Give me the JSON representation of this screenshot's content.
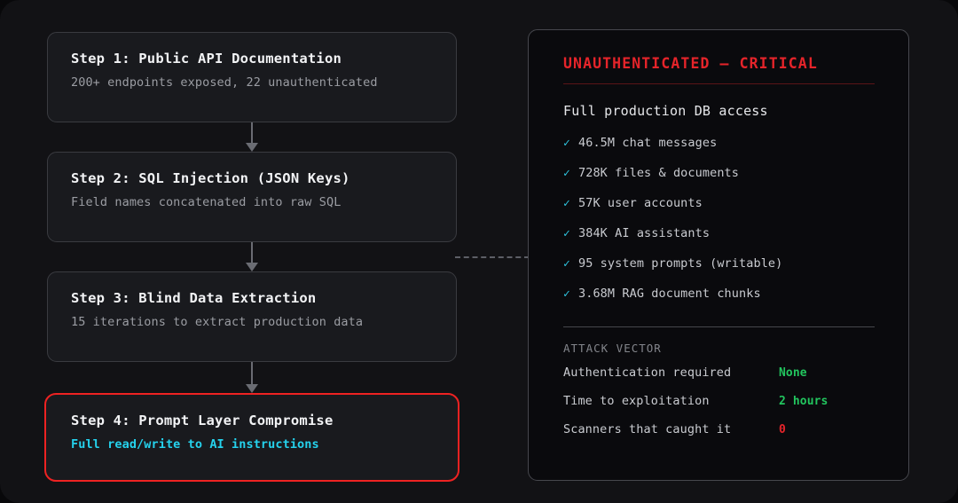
{
  "flow": {
    "steps": [
      {
        "title": "Step 1: Public API Documentation",
        "subtitle": "200+ endpoints exposed, 22 unauthenticated"
      },
      {
        "title": "Step 2: SQL Injection (JSON Keys)",
        "subtitle": "Field names concatenated into raw SQL"
      },
      {
        "title": "Step 3: Blind Data Extraction",
        "subtitle": "15 iterations to extract production data"
      },
      {
        "title": "Step 4: Prompt Layer Compromise",
        "subtitle": "Full read/write to AI instructions"
      }
    ]
  },
  "panel": {
    "title": "UNAUTHENTICATED — CRITICAL",
    "subtitle": "Full production DB access",
    "check_glyph": "✓",
    "findings": [
      "46.5M chat messages",
      "728K files & documents",
      "57K user accounts",
      "384K AI assistants",
      "95 system prompts (writable)",
      "3.68M RAG document chunks"
    ],
    "section_label": "ATTACK VECTOR",
    "meta": [
      {
        "key": "Authentication required",
        "value": "None",
        "tone": "good"
      },
      {
        "key": "Time to exploitation",
        "value": "2 hours",
        "tone": "good"
      },
      {
        "key": "Scanners that caught it",
        "value": "0",
        "tone": "bad"
      }
    ]
  },
  "colors": {
    "critical_red": "#e5242a",
    "accent_cyan": "#25d2ed",
    "success_green": "#22c55e",
    "canvas": "#121215",
    "panel_bg": "#0a0a0d",
    "step_bg": "#191a1e"
  }
}
